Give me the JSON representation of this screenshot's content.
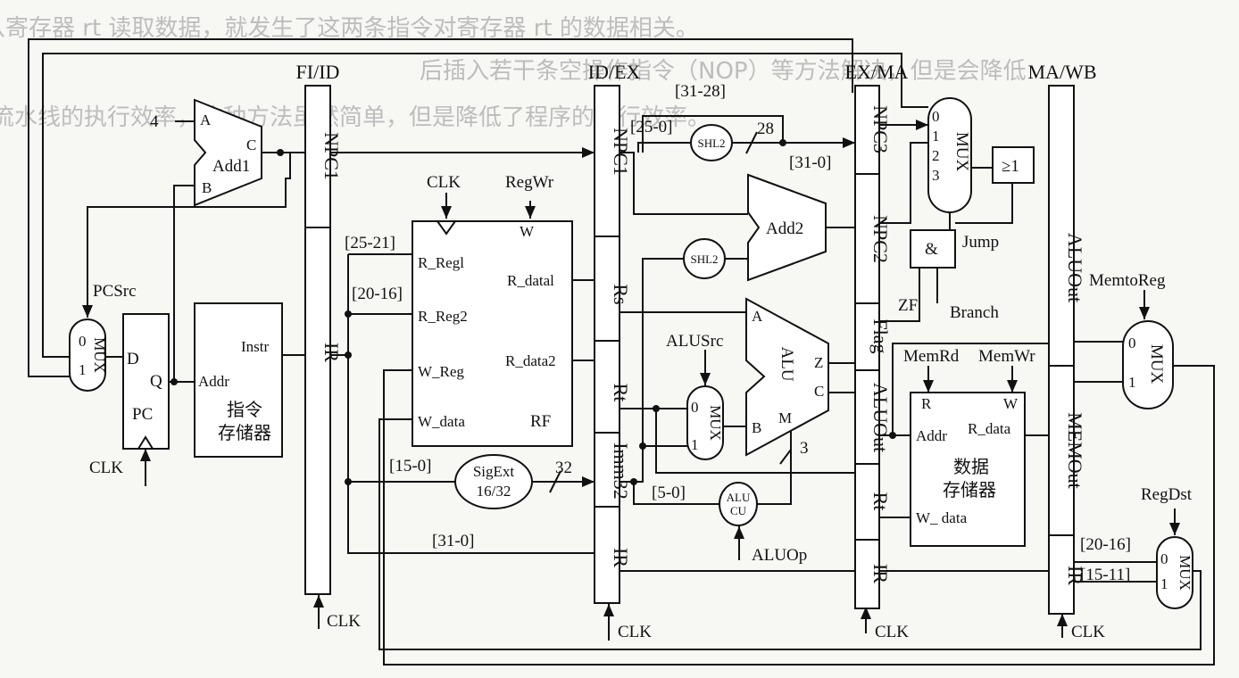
{
  "background_text": [
    "从寄存器 rt 读取数据，就发生了这两条指令对寄存器 rt 的数据相关。",
    "后插入若干条空操作指令（NOP）等方法解决，但是会降低",
    "流水线的执行效率，这种方法虽然简单，但是降低了程序的执行效率。"
  ],
  "stages": [
    "FI/ID",
    "ID/EX",
    "EX/MA",
    "MA/WB"
  ],
  "registers": {
    "fi_id": [
      "NPC1",
      "IR"
    ],
    "id_ex": [
      "NPC1",
      "Rs",
      "Rt",
      "Imm32",
      "IR"
    ],
    "ex_ma": [
      "NPC3",
      "NPC2",
      "Flag",
      "ALUOut",
      "Rt",
      "IR"
    ],
    "ma_wb": [
      "ALUOut",
      "MEMOut",
      "IR"
    ]
  },
  "blocks": {
    "pc": "PC",
    "pc_d": "D",
    "pc_q": "Q",
    "imem_line1": "指令",
    "imem_line2": "存储器",
    "imem_addr": "Addr",
    "imem_instr": "Instr",
    "add1": "Add1",
    "add1_a": "A",
    "add1_b": "B",
    "add1_c": "C",
    "const4": "4",
    "rf": "RF",
    "rf_w": "W",
    "rf_rreg1": "R_Regl",
    "rf_rreg2": "R_Reg2",
    "rf_wreg": "W_Reg",
    "rf_wdata": "W_data",
    "rf_rdata1": "R_datal",
    "rf_rdata2": "R_data2",
    "sigext1": "SigExt",
    "sigext2": "16/32",
    "shl2_a": "SHL2",
    "shl2_b": "SHL2",
    "add2": "Add2",
    "alu": "ALU",
    "alu_a": "A",
    "alu_b": "B",
    "alu_z": "Z",
    "alu_c": "C",
    "alu_m": "M",
    "alucu1": "ALU",
    "alucu2": "CU",
    "and_gate": "&",
    "ge1": "≥1",
    "dmem_line1": "数据",
    "dmem_line2": "存储器",
    "dmem_r": "R",
    "dmem_w": "W",
    "dmem_addr": "Addr",
    "dmem_rdata": "R_data",
    "dmem_wdata": "W_ data"
  },
  "muxes": {
    "pc_mux": {
      "label": "MUX",
      "in0": "0",
      "in1": "1"
    },
    "alu_mux": {
      "label": "MUX",
      "in0": "0",
      "in1": "1"
    },
    "npc_mux": {
      "label": "MUX",
      "in0": "0",
      "in1": "1",
      "in2": "2",
      "in3": "3"
    },
    "wb_mux": {
      "label": "MUX",
      "in0": "0",
      "in1": "1"
    },
    "dst_mux": {
      "label": "MUX",
      "in0": "0",
      "in1": "1"
    }
  },
  "signals": {
    "pcsrc": "PCSrc",
    "clk": "CLK",
    "regwr": "RegWr",
    "alusrc": "ALUSrc",
    "aluop": "ALUOp",
    "memrd": "MemRd",
    "memwr": "MemWr",
    "memtoreg": "MemtoReg",
    "regdst": "RegDst",
    "jump": "Jump",
    "branch": "Branch",
    "zf": "ZF"
  },
  "fields": {
    "f25_21": "[25-21]",
    "f20_16": "[20-16]",
    "f15_0": "[15-0]",
    "f31_0": "[31-0]",
    "f31_28": "[31-28]",
    "f25_0": "[25-0]",
    "f31_0b": "[31-0]",
    "f5_0": "[5-0]",
    "f20_16b": "[20-16]",
    "f15_11": "[15-11]"
  },
  "bus_widths": {
    "w28": "28",
    "w32": "32",
    "w3": "3"
  }
}
